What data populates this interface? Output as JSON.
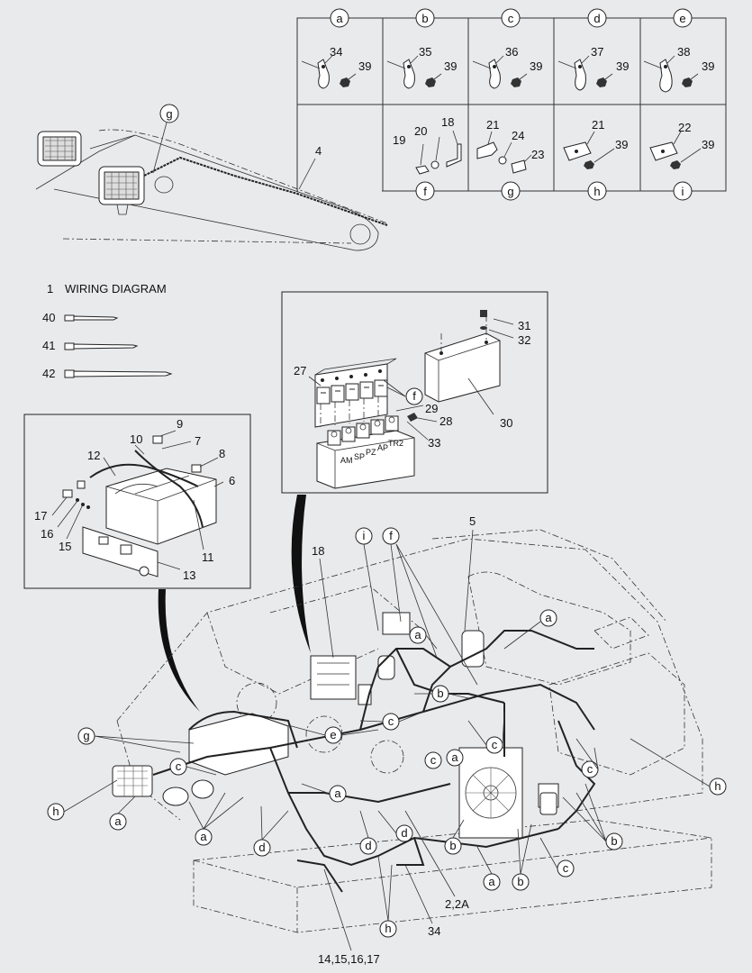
{
  "detail_letters": [
    "a",
    "b",
    "c",
    "d",
    "e",
    "f",
    "g",
    "h",
    "i"
  ],
  "clamp_details": [
    {
      "letter": "a",
      "clamp": "34",
      "nut": "39"
    },
    {
      "letter": "b",
      "clamp": "35",
      "nut": "39"
    },
    {
      "letter": "c",
      "clamp": "36",
      "nut": "39"
    },
    {
      "letter": "d",
      "clamp": "37",
      "nut": "39"
    },
    {
      "letter": "e",
      "clamp": "38",
      "nut": "39"
    }
  ],
  "bracket_details": [
    {
      "letter": "f",
      "labels": [
        "19",
        "20",
        "18"
      ]
    },
    {
      "letter": "g",
      "labels": [
        "21",
        "24",
        "23"
      ]
    },
    {
      "letter": "h",
      "labels": [
        "21",
        "39"
      ]
    },
    {
      "letter": "i",
      "labels": [
        "22",
        "39"
      ]
    }
  ],
  "boom_callouts": {
    "detail": "g",
    "harness": "4"
  },
  "legend": {
    "wiring_number": "1",
    "wiring_label": "WIRING DIAGRAM",
    "ties": [
      "40",
      "41",
      "42"
    ]
  },
  "relay_panel": {
    "numbers": [
      "31",
      "32",
      "27",
      "29",
      "28",
      "30",
      "33"
    ],
    "detail": "f",
    "relay_labels": [
      "AM",
      "SP",
      "PZ",
      "AP",
      "TR2"
    ]
  },
  "battery_detail": {
    "numbers": [
      "9",
      "10",
      "7",
      "8",
      "12",
      "6",
      "17",
      "16",
      "15",
      "11",
      "13"
    ]
  },
  "main_callouts": {
    "top": [
      "18",
      "i",
      "f",
      "5"
    ],
    "bottom": [
      "2,2A",
      "34",
      "14,15,16,17"
    ],
    "letters": [
      "a",
      "b",
      "c",
      "d",
      "e",
      "g",
      "h"
    ]
  }
}
